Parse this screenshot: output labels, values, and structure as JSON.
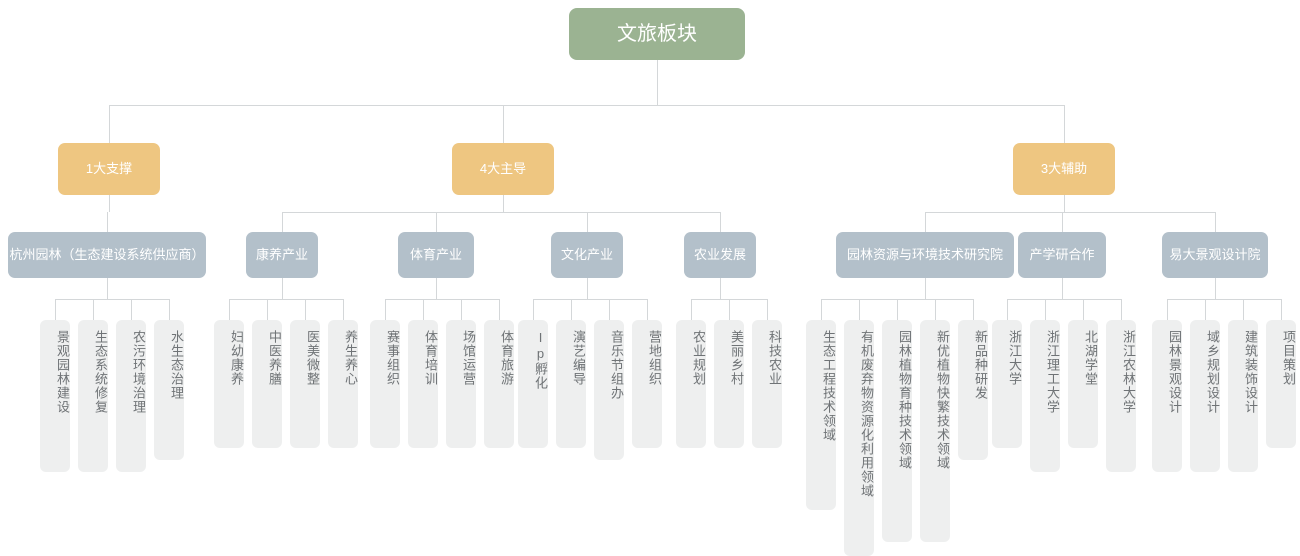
{
  "chart_data": {
    "type": "diagram",
    "title": "文旅板块",
    "diagram_kind": "organization-tree",
    "colors": {
      "root": "#9bb392",
      "level2": "#eec681",
      "level3": "#b3c0ca",
      "leaf_bg": "#eeefef",
      "leaf_text": "#6f7376",
      "connector": "#d4d7d9",
      "background": "#ffffff"
    }
  },
  "root": {
    "label": "文旅板块"
  },
  "branches": [
    {
      "label": "1大支撑",
      "children": [
        {
          "label": "杭州园林（生态建设系统供应商）",
          "leaves": [
            "景观园林建设",
            "生态系统修复",
            "农污环境治理",
            "水生态治理"
          ]
        }
      ]
    },
    {
      "label": "4大主导",
      "children": [
        {
          "label": "康养产业",
          "leaves": [
            "妇幼康养",
            "中医养膳",
            "医美微整",
            "养生养心"
          ]
        },
        {
          "label": "体育产业",
          "leaves": [
            "赛事组织",
            "体育培训",
            "场馆运营",
            "体育旅游"
          ]
        },
        {
          "label": "文化产业",
          "leaves": [
            "Ip孵化",
            "演艺编导",
            "音乐节组办",
            "营地组织"
          ]
        },
        {
          "label": "农业发展",
          "leaves": [
            "农业规划",
            "美丽乡村",
            "科技农业"
          ]
        }
      ]
    },
    {
      "label": "3大辅助",
      "children": [
        {
          "label": "园林资源与环境技术研究院",
          "leaves": [
            "生态工程技术领域",
            "有机废弃物资源化利用领域",
            "园林植物育种技术领域",
            "新优植物快繁技术领域",
            "新品种研发"
          ]
        },
        {
          "label": "产学研合作",
          "leaves": [
            "浙江大学",
            "浙江理工大学",
            "北湖学堂",
            "浙江农林大学"
          ]
        },
        {
          "label": "易大景观设计院",
          "leaves": [
            "园林景观设计",
            "域乡规划设计",
            "建筑装饰设计",
            "项目策划"
          ]
        }
      ]
    }
  ]
}
